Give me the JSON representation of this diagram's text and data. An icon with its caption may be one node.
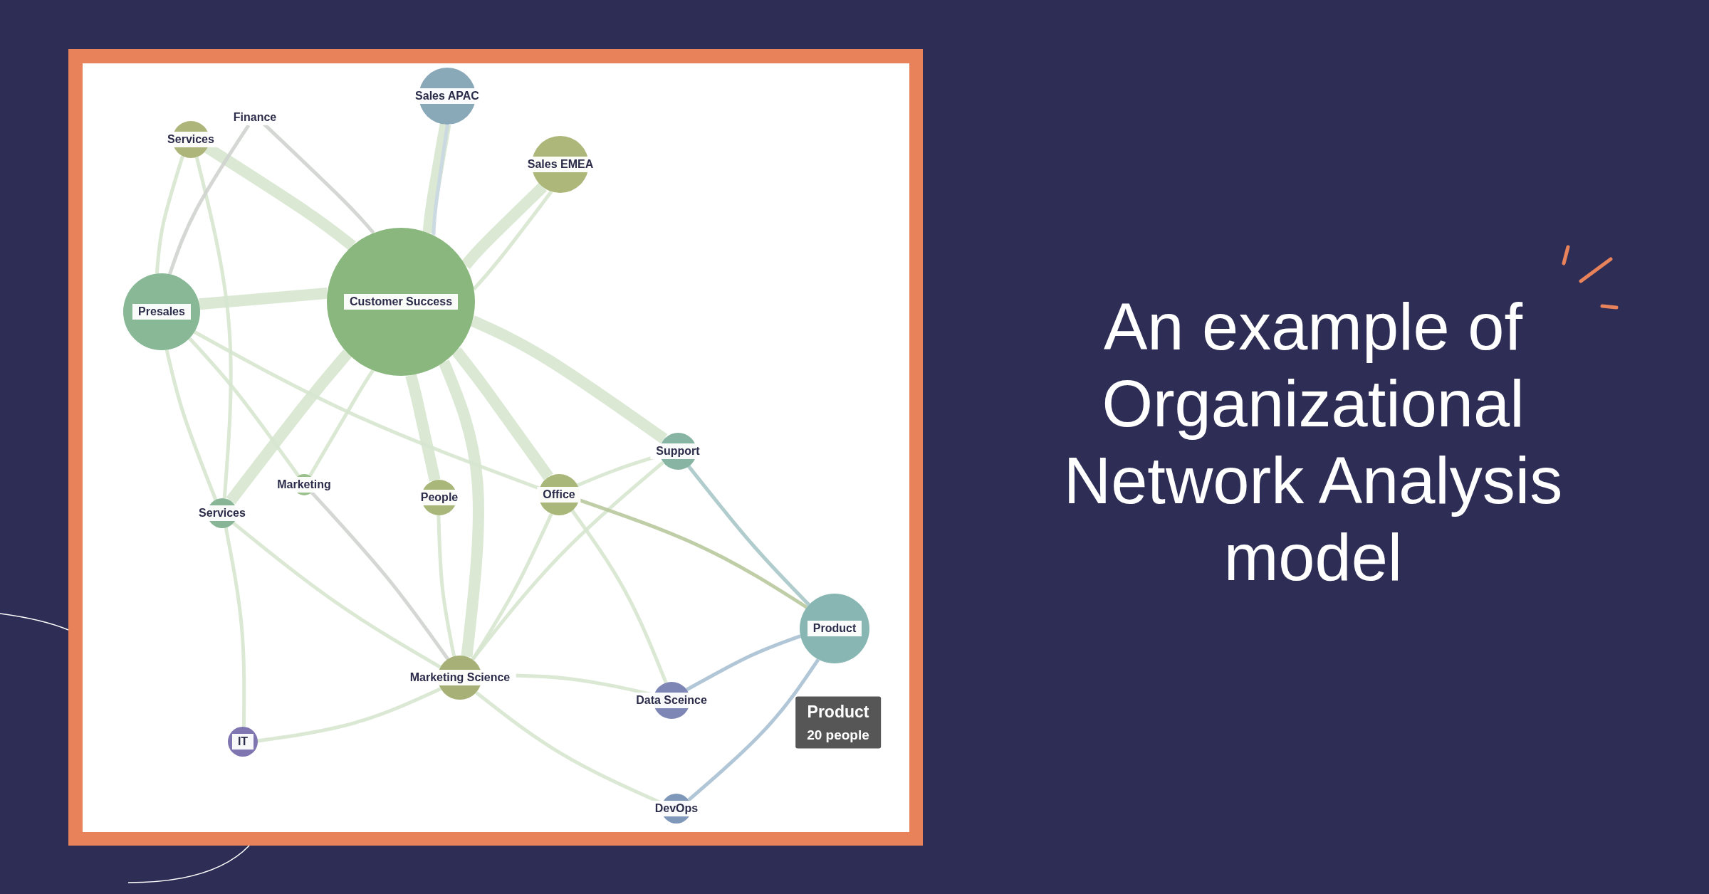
{
  "diagram": {
    "title": "An example of Organizational Network Analysis model",
    "nodes": [
      {
        "text": [
          "Sales APAC"
        ]
      },
      {
        "text": [
          "Services"
        ]
      },
      {
        "text": [
          "Finance"
        ]
      },
      {
        "text": [
          "Sales EMEA"
        ]
      },
      {
        "text": [
          "Presales"
        ]
      },
      {
        "text": [
          "Customer Success"
        ]
      },
      {
        "text": [
          "Support"
        ]
      },
      {
        "text": [
          "Marketing"
        ]
      },
      {
        "text": [
          "Services"
        ]
      },
      {
        "text": [
          "People"
        ]
      },
      {
        "text": [
          "Office"
        ]
      },
      {
        "text": [
          "Product"
        ]
      },
      {
        "text": [
          "Marketing Science"
        ]
      },
      {
        "text": [
          "Data Sceince"
        ]
      },
      {
        "text": [
          "IT"
        ]
      },
      {
        "text": [
          "DevOps"
        ]
      },
      {
        "text": [
          "Product",
          "20 people"
        ]
      }
    ],
    "edges": [
      {
        "from": 5,
        "to": 0,
        "arrow": "none",
        "style": "thick"
      },
      {
        "from": 0,
        "to": 5,
        "arrow": "none",
        "color": "#c9d7e2"
      },
      {
        "from": 5,
        "to": 3,
        "arrow": "none",
        "style": "thick"
      },
      {
        "from": 3,
        "to": 5,
        "arrow": "none"
      },
      {
        "from": 5,
        "to": 1,
        "arrow": "none",
        "style": "thick"
      },
      {
        "from": 5,
        "to": 4,
        "arrow": "none",
        "style": "thick"
      },
      {
        "from": 5,
        "to": 2,
        "arrow": "none",
        "color": "#cfd3cf"
      },
      {
        "from": 1,
        "to": 4,
        "arrow": "none"
      },
      {
        "from": 1,
        "to": 8,
        "arrow": "none"
      },
      {
        "from": 2,
        "to": 4,
        "arrow": "none",
        "color": "#cfd3cf"
      },
      {
        "from": 5,
        "to": 8,
        "arrow": "none",
        "style": "thick"
      },
      {
        "from": 5,
        "to": 7,
        "arrow": "none"
      },
      {
        "from": 5,
        "to": 9,
        "arrow": "none",
        "style": "thick"
      },
      {
        "from": 5,
        "to": 12,
        "arrow": "none",
        "style": "thick"
      },
      {
        "from": 5,
        "to": 10,
        "arrow": "none",
        "style": "thick"
      },
      {
        "from": 5,
        "to": 6,
        "arrow": "none",
        "style": "thick"
      },
      {
        "from": 4,
        "to": 8,
        "arrow": "none"
      },
      {
        "from": 4,
        "to": 10,
        "arrow": "none"
      },
      {
        "from": 4,
        "to": 7,
        "arrow": "none"
      },
      {
        "from": 8,
        "to": 14,
        "arrow": "none"
      },
      {
        "from": 8,
        "to": 12,
        "arrow": "none"
      },
      {
        "from": 7,
        "to": 12,
        "arrow": "none",
        "color": "#cfd3cf"
      },
      {
        "from": 9,
        "to": 12,
        "arrow": "none"
      },
      {
        "from": 10,
        "to": 12,
        "arrow": "none"
      },
      {
        "from": 6,
        "to": 12,
        "arrow": "none"
      },
      {
        "from": 10,
        "to": 13,
        "arrow": "none"
      },
      {
        "from": 10,
        "to": 11,
        "arrow": "none",
        "color": "#b9c99f"
      },
      {
        "from": 6,
        "to": 11,
        "arrow": "none",
        "color": "#a9c6c8"
      },
      {
        "from": 12,
        "to": 13,
        "arrow": "none"
      },
      {
        "from": 12,
        "to": 15,
        "arrow": "none"
      },
      {
        "from": 14,
        "to": 12,
        "arrow": "none"
      },
      {
        "from": 11,
        "to": 13,
        "arrow": "none",
        "color": "#a9c0d2"
      },
      {
        "from": 11,
        "to": 15,
        "arrow": "none",
        "color": "#a9c0d2"
      },
      {
        "from": 6,
        "to": 10,
        "arrow": "none"
      }
    ]
  }
}
